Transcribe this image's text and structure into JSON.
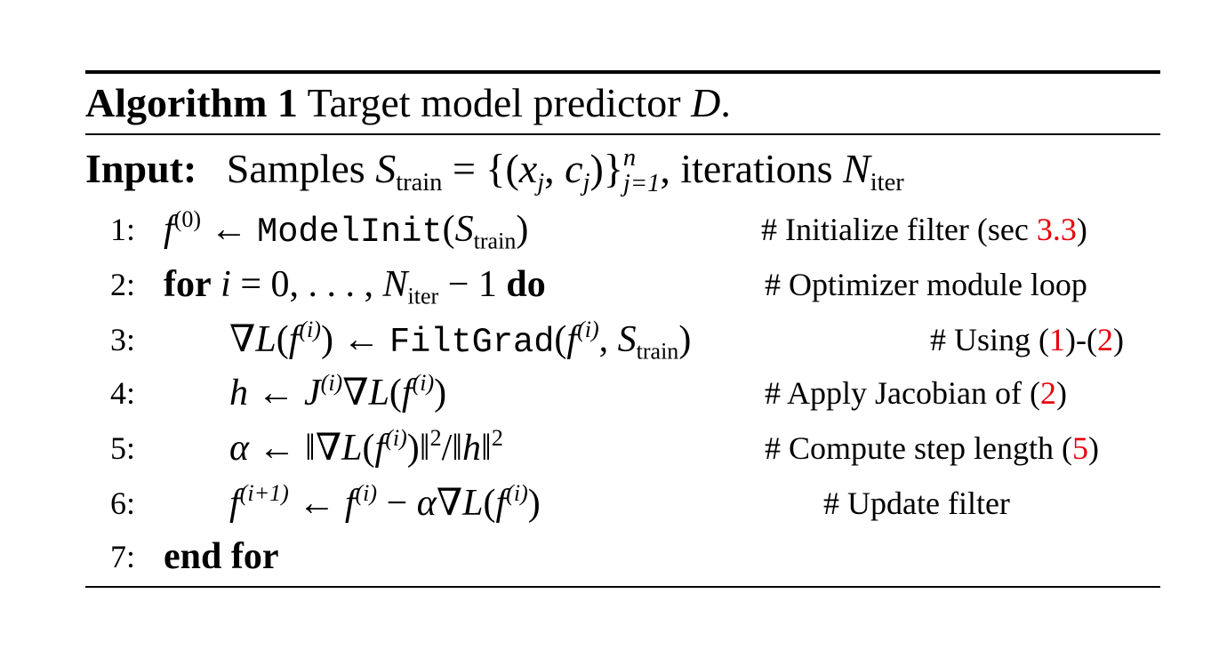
{
  "caption": {
    "label": "Algorithm 1",
    "text": "Target model predictor",
    "symbol": "D",
    "period": "."
  },
  "input": {
    "label": "Input:",
    "samples_word": "Samples",
    "S": "S",
    "S_sub": "train",
    "eq_open": "= {(",
    "x": "x",
    "x_sub": "j",
    "comma": ", ",
    "c": "c",
    "c_sub": "j",
    "close": ")}",
    "upper": "n",
    "lower": "j=1",
    "iter_word": ", iterations",
    "N": "N",
    "N_sub": "iter"
  },
  "lines": [
    {
      "num": "1:",
      "comment": "# Initialize filter (sec ",
      "ref": "3.3",
      "after": ")"
    },
    {
      "num": "2:",
      "comment": "# Optimizer module loop"
    },
    {
      "num": "3:",
      "comment_prefix": "# Using (",
      "ref1": "1",
      "mid": ")-(",
      "ref2": "2",
      "after": ")"
    },
    {
      "num": "4:",
      "comment": "# Apply Jacobian of (",
      "ref": "2",
      "after": ")"
    },
    {
      "num": "5:",
      "comment": "# Compute step length (",
      "ref": "5",
      "after": ")"
    },
    {
      "num": "6:",
      "comment": "# Update filter"
    },
    {
      "num": "7:"
    }
  ],
  "code": {
    "l1": {
      "f": "f",
      "sup": "(0)",
      "arrow": " ← ",
      "fn": "ModelInit",
      "open": "(",
      "S": "S",
      "sub": "train",
      "close": ")"
    },
    "l2": {
      "kw_for": "for",
      "i": "i",
      "rest": " = 0, . . . , ",
      "N": "N",
      "sub": "iter",
      "minus": " − 1 ",
      "kw_do": "do"
    },
    "l3": {
      "nabla": "∇",
      "L": "L",
      "open": "(",
      "f": "f",
      "sup": "(i)",
      "close": ")",
      "arrow": " ← ",
      "fn": "FiltGrad",
      "open2": "(",
      "f2": "f",
      "sup2": "(i)",
      "comma": ", ",
      "S": "S",
      "sub": "train",
      "close2": ")"
    },
    "l4": {
      "h": "h",
      "arrow": " ← ",
      "J": "J",
      "sup": "(i)",
      "nabla": "∇",
      "L": "L",
      "open": "(",
      "f": "f",
      "sup2": "(i)",
      "close": ")"
    },
    "l5": {
      "alpha": "α",
      "arrow": " ← ‖∇",
      "L": "L",
      "open": "(",
      "f": "f",
      "sup": "(i)",
      "close": ")‖",
      "sq": "2",
      "slash": "/‖",
      "h": "h",
      "close2": "‖",
      "sq2": "2"
    },
    "l6": {
      "f": "f",
      "sup": "(i+1)",
      "arrow": " ← ",
      "f2": "f",
      "sup2": "(i)",
      "minus": " − ",
      "alpha": "α",
      "nabla": "∇",
      "L": "L",
      "open": "(",
      "f3": "f",
      "sup3": "(i)",
      "close": ")"
    },
    "l7": {
      "kw": "end for"
    }
  }
}
